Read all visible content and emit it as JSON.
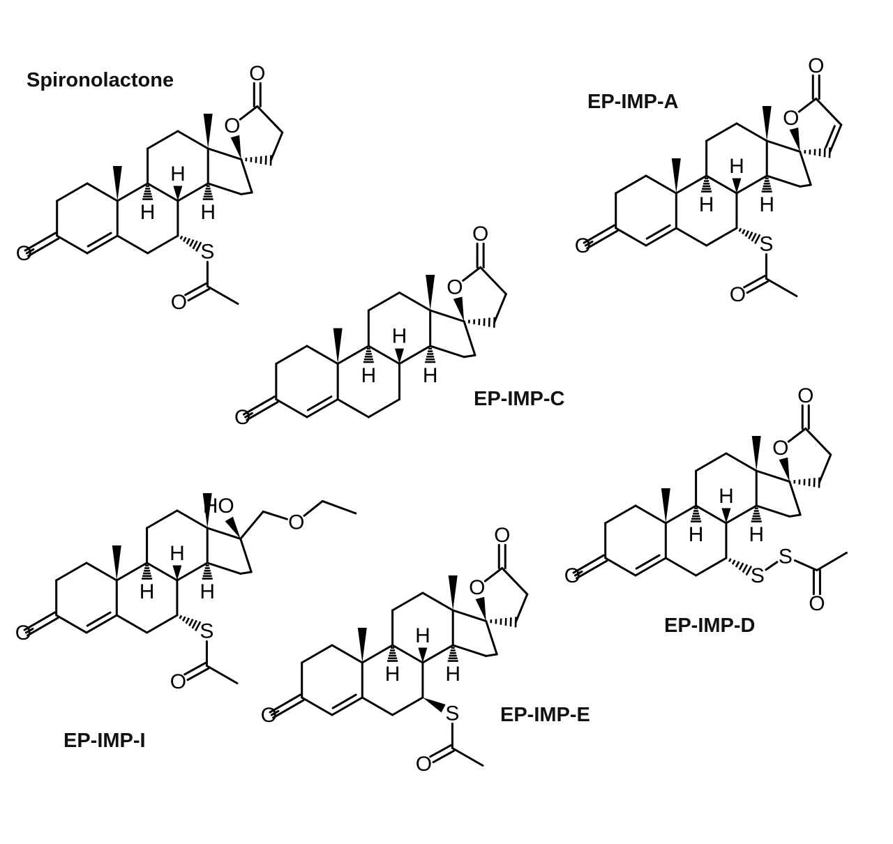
{
  "compounds": [
    {
      "id": "spironolactone",
      "label": "Spironolactone",
      "kind": "spiro-lactone",
      "s7": "alpha-thioacetyl"
    },
    {
      "id": "ep-imp-a",
      "label": "EP-IMP-A",
      "kind": "spiro-butenolide",
      "s7": "alpha-thioacetyl"
    },
    {
      "id": "ep-imp-c",
      "label": "EP-IMP-C",
      "kind": "spiro-lactone",
      "s7": "none"
    },
    {
      "id": "ep-imp-d",
      "label": "EP-IMP-D",
      "kind": "spiro-lactone",
      "s7": "alpha-disulfide-acetyl"
    },
    {
      "id": "ep-imp-e",
      "label": "EP-IMP-E",
      "kind": "spiro-lactone",
      "s7": "beta-thioacetyl"
    },
    {
      "id": "ep-imp-i",
      "label": "EP-IMP-I",
      "kind": "hydroxy-ethoxymethyl",
      "s7": "alpha-thioacetyl"
    }
  ],
  "atoms": {
    "oxygen": "O",
    "sulfur": "S",
    "hydrogen": "H",
    "hydroxyl": "HO"
  }
}
